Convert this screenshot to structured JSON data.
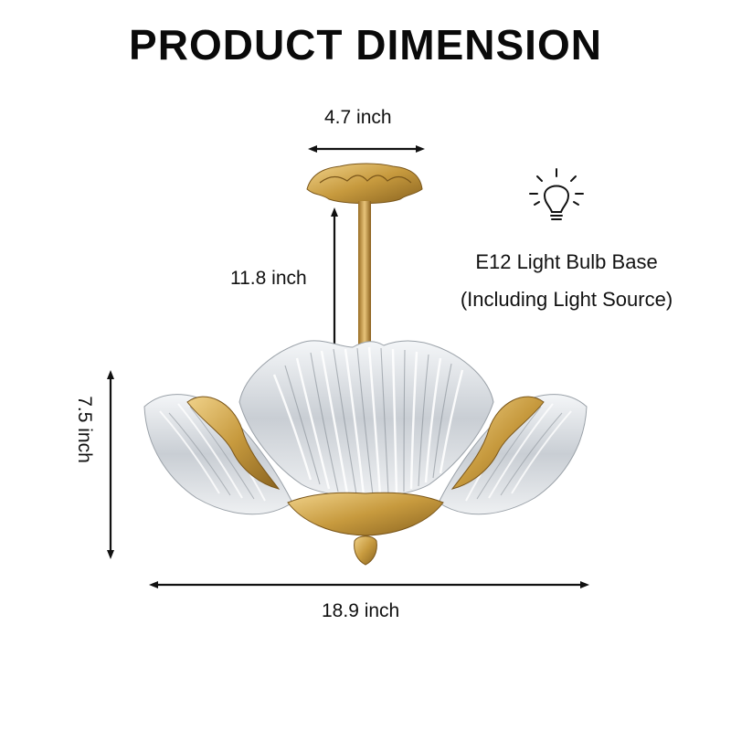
{
  "title": "PRODUCT DIMENSION",
  "dimensions": {
    "canopy_width": "4.7 inch",
    "rod_drop": "11.8 inch",
    "shade_height": "7.5 inch",
    "overall_width": "18.9 inch"
  },
  "bulb_info": {
    "icon": "light-bulb-icon",
    "line1": "E12 Light Bulb Base",
    "line2": "(Including Light Source)"
  },
  "colors": {
    "gold": "#c9a24a",
    "crystal": "#d9dde2",
    "arrow": "#111111"
  }
}
